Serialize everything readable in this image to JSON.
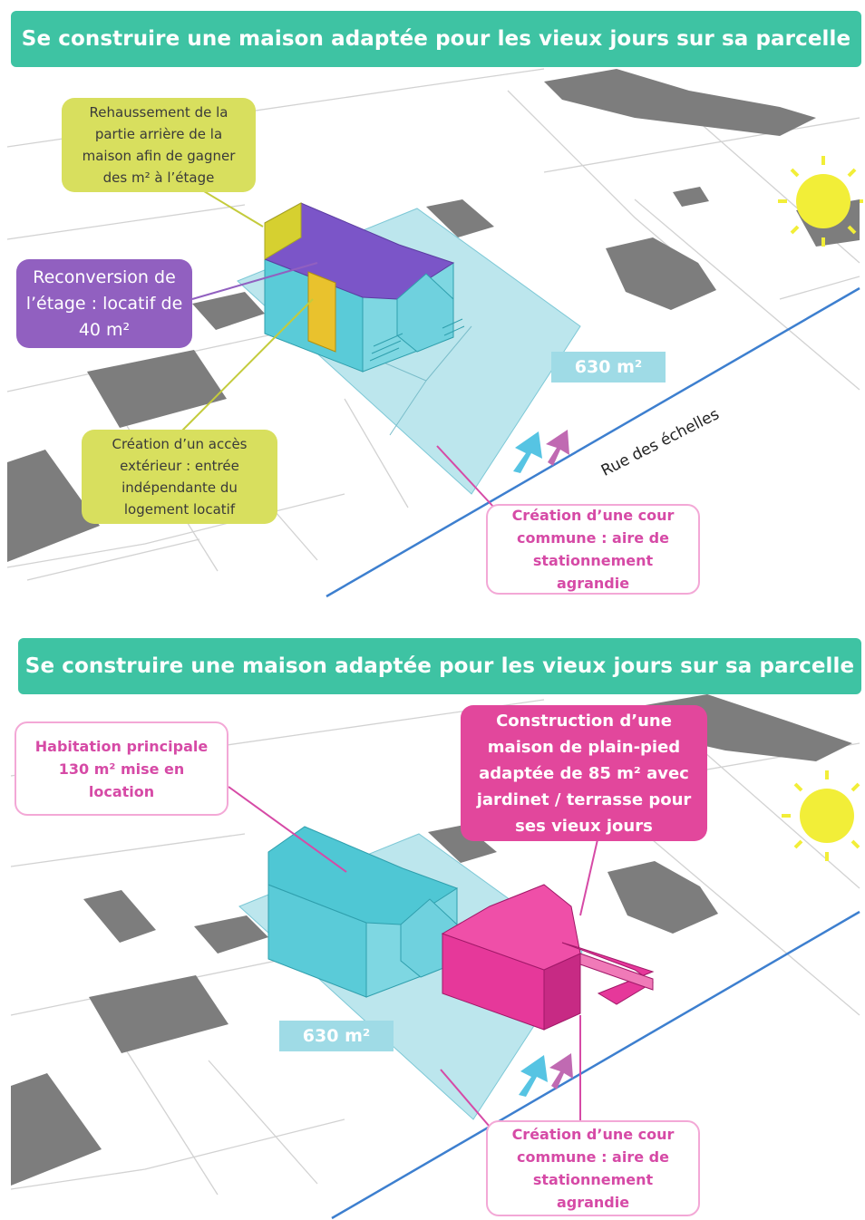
{
  "panel1": {
    "title": "Se construire une maison adaptée pour les vieux jours sur sa parcelle",
    "labels": {
      "rear_raise": "Rehaussement de la partie arrière de la maison afin de gagner des m² à l’étage",
      "floor_conversion": "Reconversion de l’étage : locatif de 40 m²",
      "exterior_access": "Création d’un accès extérieur : entrée indépendante du logement locatif",
      "shared_yard": "Création d’une cour commune : aire de stationnement agrandie"
    },
    "area": "630 m²",
    "street": "Rue des échelles"
  },
  "panel2": {
    "title": "Se construire une maison adaptée pour les vieux jours sur sa parcelle",
    "labels": {
      "main_house": "Habitation principale 130 m² mise en location",
      "new_house": "Construction d’une maison de plain-pied adaptée de 85 m² avec jardinet / terrasse  pour ses vieux jours",
      "shared_yard": "Création d’une cour commune : aire de stationnement agrandie"
    },
    "area": "630 m²"
  },
  "colors": {
    "banner": "#3ec3a3",
    "parcel": "#9fdbe6",
    "house": "#4fc7d4",
    "roof_purple": "#7b55c8",
    "new_house": "#e6389a",
    "callout_yellow": "#d8df5e",
    "callout_purple": "#9160c0",
    "callout_pink": "#d64aa6",
    "sun": "#f2ee38",
    "neighbor": "#7d7d7d",
    "street_line": "#3d7fcf"
  }
}
